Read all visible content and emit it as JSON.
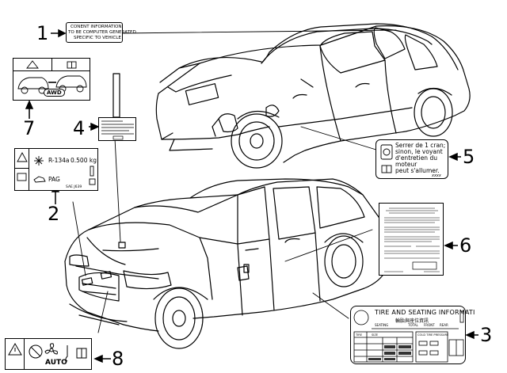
{
  "callouts": [
    "1",
    "2",
    "3",
    "4",
    "5",
    "6",
    "7",
    "8"
  ],
  "label1": {
    "lines": [
      "CONENT INFORMATION",
      "TO BE COMPUTER GENERATED",
      "SPECIFIC TO VEHICLE"
    ]
  },
  "label2": {
    "refrigerant": "R-134a",
    "amount": "0.500 kg",
    "oil": "PAG",
    "standard": "SAE J639"
  },
  "label3": {
    "title": "TIRE AND SEATING INFORMATI",
    "subtitle": "輪胎與座位資訊",
    "seating": "SEATING",
    "total": "TOTAL",
    "front": "FRONT",
    "rear": "REAR",
    "tire": "TIRE",
    "size": "SIZE",
    "cold_tire": "COLD TIRE PRESSURE"
  },
  "label5": {
    "lines": [
      "Serrer de 1 cran;",
      "sinon, le voyant",
      "d'entretien du",
      "moteur",
      "peut s'allumer."
    ],
    "code": "xxxx"
  },
  "label7": {
    "badge": "AWD"
  },
  "label8": {
    "auto": "AUTO"
  },
  "colors": {
    "ink": "#000000",
    "paper": "#ffffff",
    "grid": "#333333"
  },
  "icons": [
    "warning-icon",
    "snowflake-icon",
    "oil-can-icon",
    "book-icon",
    "fuel-cap-icon",
    "car-icon",
    "fan-icon",
    "no-ac-icon"
  ]
}
